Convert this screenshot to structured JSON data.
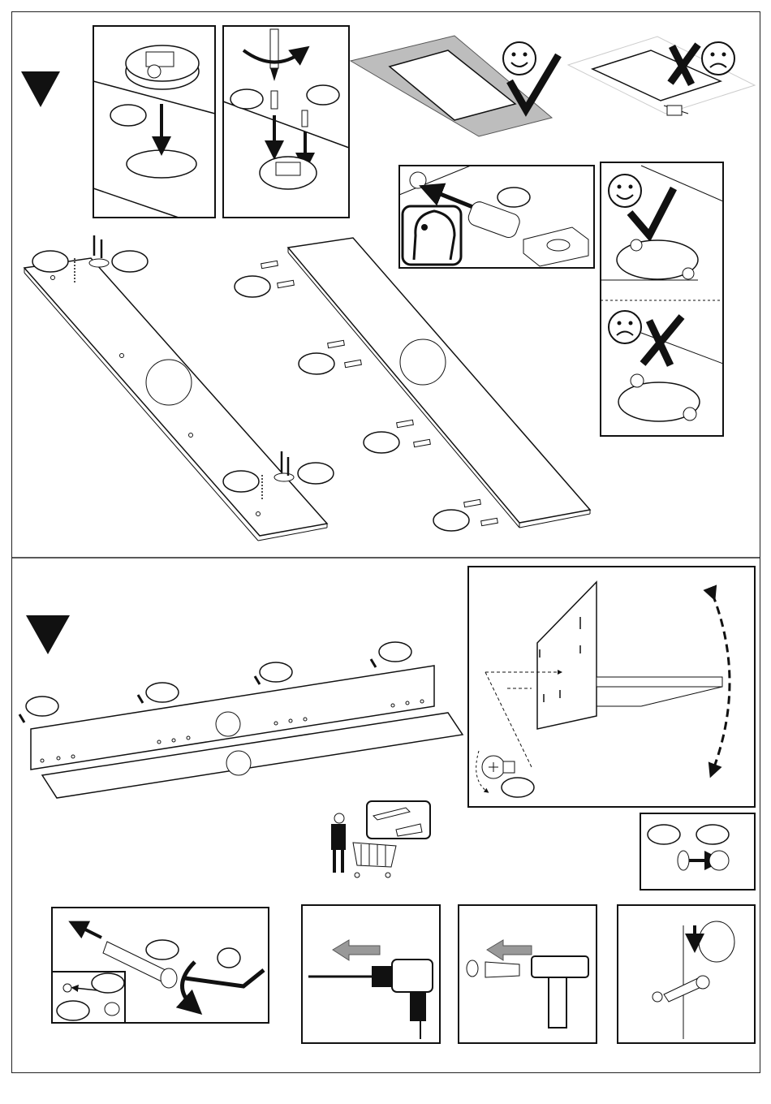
{
  "document": {
    "type": "assembly-instructions",
    "steps": [
      {
        "marker": "step-1-marker",
        "panels": [
          "cam-lock-insert",
          "screw-insert",
          "work-on-carpet-ok",
          "work-on-hard-floor-not-ok",
          "dowel-insert",
          "cam-orientation-check",
          "boards-layout"
        ]
      },
      {
        "marker": "step-2-marker",
        "panels": [
          "back-board-layout",
          "wall-mounting-detail",
          "buy-separately-hint",
          "connector-pair",
          "hex-key-bolt",
          "drill-wall",
          "hammer-plug",
          "hang-on-wall"
        ]
      }
    ],
    "icons": {
      "ok": "smiley-happy-icon",
      "not_ok": "smiley-sad-icon",
      "check": "check-mark-icon",
      "cross": "cross-mark-icon",
      "eye_protection": "safety-glasses-icon",
      "drill": "drill-icon",
      "hammer": "hammer-icon",
      "shopping": "shopping-cart-icon"
    },
    "colors": {
      "line": "#111111",
      "fill": "#ffffff",
      "carpet": "#bdbdbd"
    }
  }
}
